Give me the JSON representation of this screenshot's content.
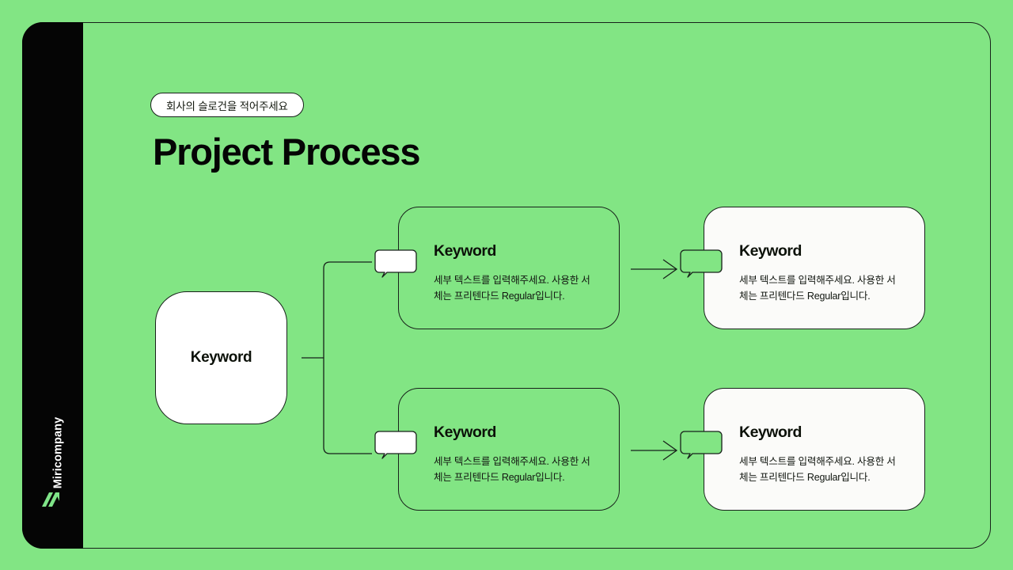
{
  "theme": {
    "background_green": "#82e584",
    "ink": "#17211a",
    "sidebar_black": "#050505",
    "card_white": "#fbfbf9"
  },
  "sidebar": {
    "brand": "Miricompany",
    "logo_icon": "miricompany-slash-logo"
  },
  "header": {
    "slogan_pill": "회사의 슬로건을 적어주세요",
    "title": "Project Process"
  },
  "diagram": {
    "root": {
      "label": "Keyword"
    },
    "rows": [
      {
        "middle": {
          "title": "Keyword",
          "desc": "세부 텍스트를 입력해주세요. 사용한 서체는 프리텐다드 Regular입니다."
        },
        "right": {
          "title": "Keyword",
          "desc": "세부 텍스트를 입력해주세요. 사용한 서체는 프리텐다드 Regular입니다."
        }
      },
      {
        "middle": {
          "title": "Keyword",
          "desc": "세부 텍스트를 입력해주세요. 사용한 서체는 프리텐다드 Regular입니다."
        },
        "right": {
          "title": "Keyword",
          "desc": "세부 텍스트를 입력해주세요. 사용한 서체는 프리텐다드 Regular입니다."
        }
      }
    ],
    "icons": {
      "branch_connector": "bracket-connector-icon",
      "arrow": "arrow-right-icon",
      "bubble": "speech-bubble-tag-icon"
    }
  }
}
